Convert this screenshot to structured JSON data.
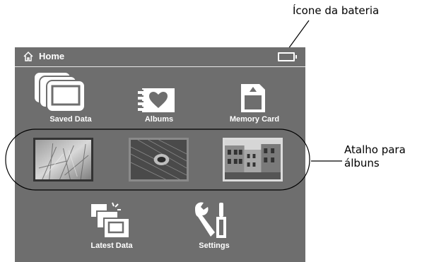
{
  "annotations": {
    "battery_icon": "Ícone da bateria",
    "album_shortcut_line1": "Atalho para",
    "album_shortcut_line2": "álbuns"
  },
  "screen": {
    "title": "Home",
    "menu": {
      "saved_data": "Saved Data",
      "albums": "Albums",
      "memory_card": "Memory Card",
      "latest_data": "Latest Data",
      "settings": "Settings"
    },
    "album_thumbnails": [
      "grass-photo",
      "peacock-feather-photo",
      "building-street-photo"
    ]
  },
  "colors": {
    "screen_background": "#6e6e6e",
    "foreground": "#ffffff"
  }
}
